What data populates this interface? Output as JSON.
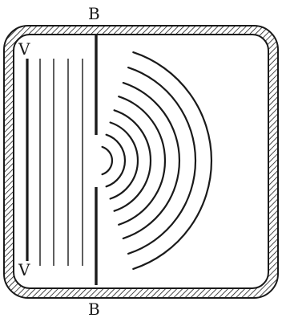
{
  "diagram": {
    "labels": {
      "barrier_top": "B",
      "barrier_bottom": "B",
      "wave_source_top": "V",
      "wave_source_bottom": "V"
    },
    "colors": {
      "ink": "#1a1a1a",
      "paper": "#ffffff"
    },
    "elements": {
      "tank": "ripple-tank",
      "barrier": "barrier-with-slit",
      "plane_waves": "straight-wavefronts",
      "diffracted_waves": "circular-wavefronts"
    }
  }
}
